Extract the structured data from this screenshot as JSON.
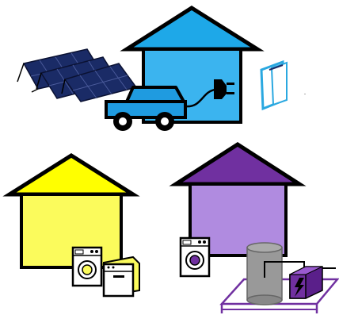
{
  "scene": {
    "colors": {
      "blue_house": "#3bb4ef",
      "blue_roof": "#1ea8e8",
      "yellow_house": "#fbfb5c",
      "yellow_roof": "#ffff00",
      "purple_house": "#b08be0",
      "purple_roof": "#7030a0",
      "solar_panel": "#1a2b66",
      "car": "#1f9be0",
      "outline": "#000000",
      "tank": "#999999",
      "platform": "#7030a0"
    },
    "icons": [
      "blue-house",
      "solar-panel-array",
      "electric-car",
      "charging-plug",
      "booklet",
      "yellow-house",
      "washing-machine",
      "dishwasher",
      "purple-house",
      "storage-tank",
      "battery-unit"
    ]
  }
}
